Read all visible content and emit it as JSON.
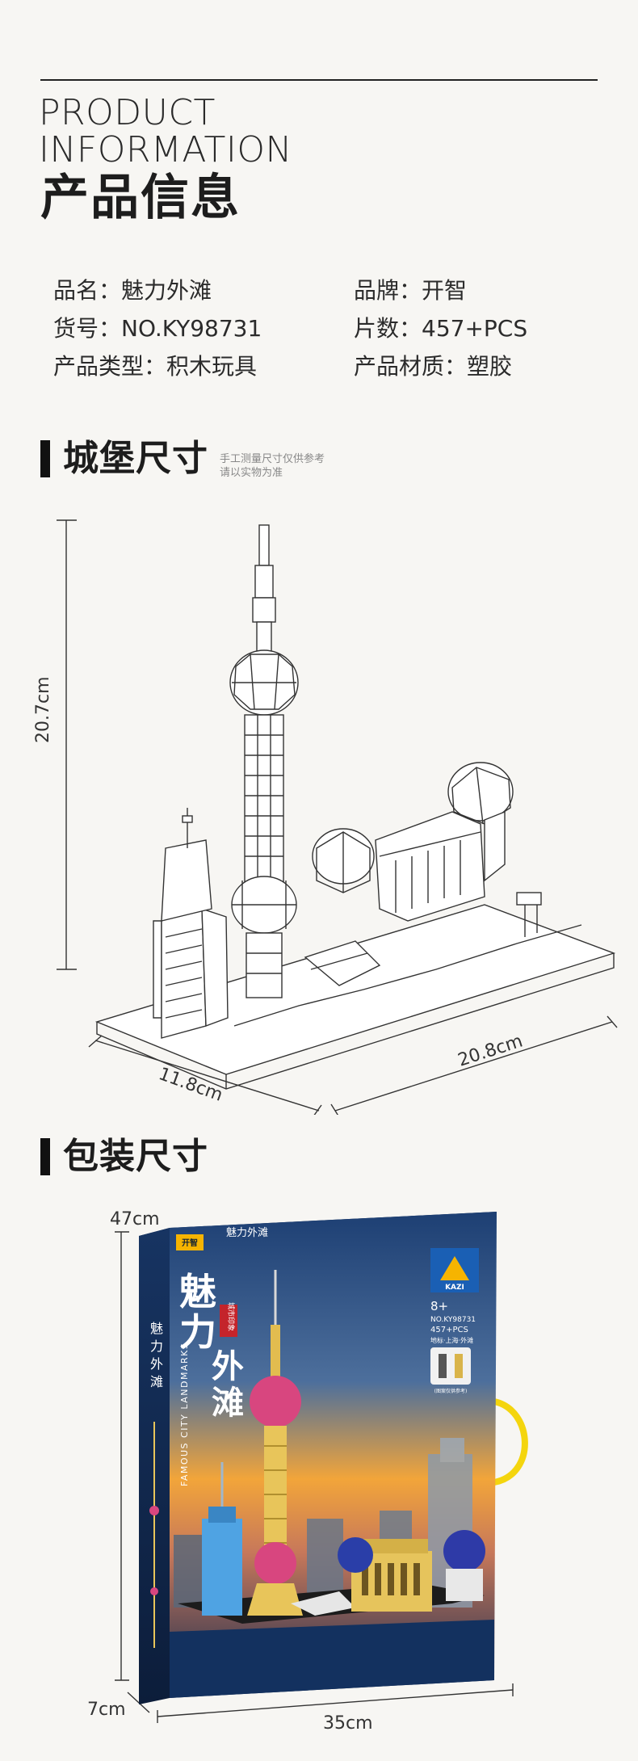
{
  "header": {
    "en_line1": "PRODUCT",
    "en_line2": "INFORMATION",
    "zh_title": "产品信息"
  },
  "info": {
    "name": "品名：魅力外滩",
    "brand": "品牌：开智",
    "item_no": "货号：NO.KY98731",
    "pieces": "片数：457+PCS",
    "type": "产品类型：积木玩具",
    "material": "产品材质：塑胶"
  },
  "castle_section": {
    "title": "城堡尺寸",
    "note_line1": "手工测量尺寸仅供参考",
    "note_line2": "请以实物为准",
    "height": "20.7cm",
    "depth": "11.8cm",
    "width": "20.8cm"
  },
  "package_section": {
    "title": "包装尺寸",
    "height": "47cm",
    "depth": "7cm",
    "width": "35cm"
  },
  "box": {
    "brand_small": "开智",
    "brand_logo_text": "KAZI",
    "title": "魅力外滩",
    "seal": "城市印象",
    "series": "FAMOUS CITY LANDMARKS",
    "age": "8+",
    "item_no": "NO.KY98731",
    "pieces": "457+PCS",
    "subtitle": "地标·上海·外滩",
    "figure_note": "(图案仅供参考)",
    "side_title": "魅力外滩"
  },
  "colors": {
    "sky_top": "#1d3f73",
    "sunset": "#f2a53a",
    "tower_pink": "#d8467f",
    "tower_gold": "#e8c55a",
    "handle_yellow": "#f4d50e"
  }
}
